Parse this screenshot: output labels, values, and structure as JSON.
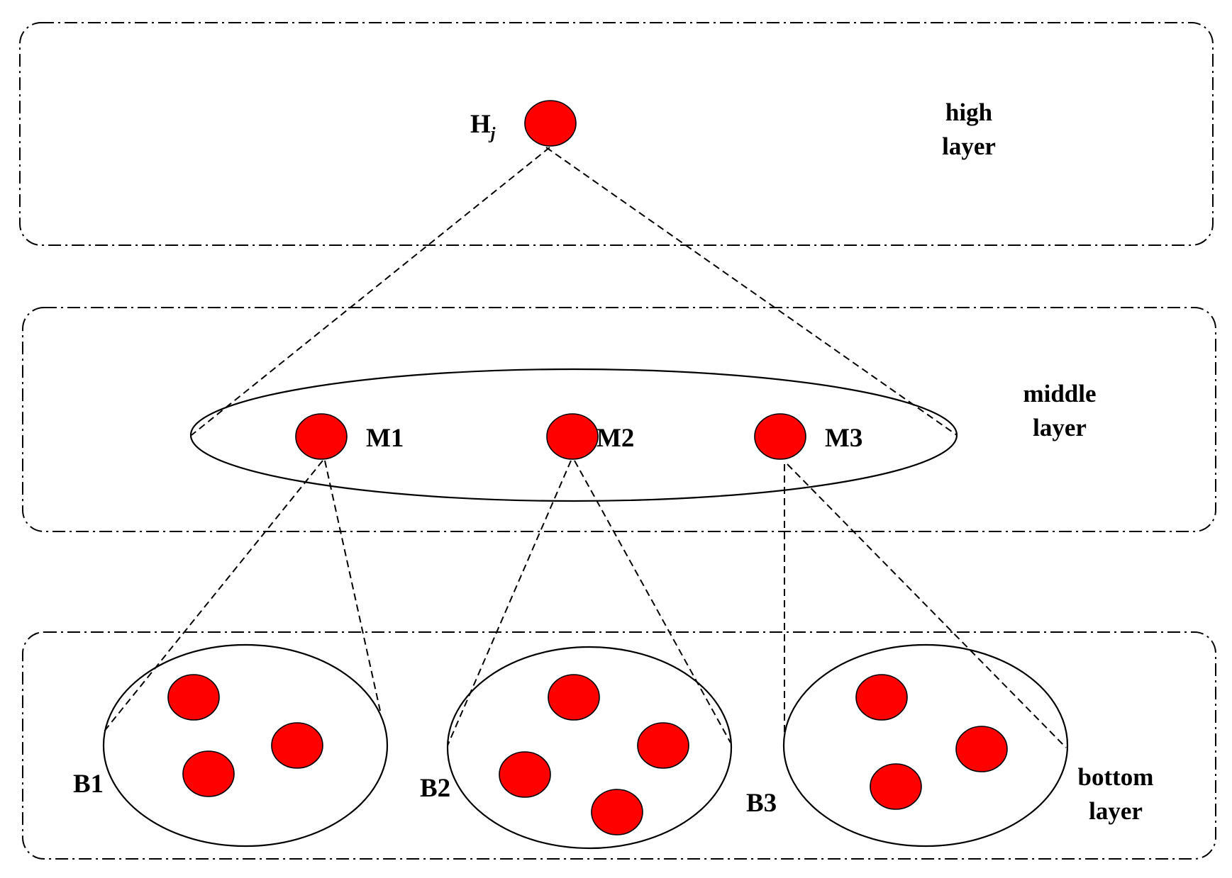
{
  "colors": {
    "node_fill": "#ff0000",
    "stroke": "#000000",
    "background": "#ffffff"
  },
  "layers": {
    "high": {
      "label_line1": "high",
      "label_line2": "layer"
    },
    "middle": {
      "label_line1": "middle",
      "label_line2": "layer"
    },
    "bottom": {
      "label_line1": "bottom",
      "label_line2": "layer"
    }
  },
  "nodes": {
    "high": {
      "label_main": "H",
      "label_sub": "j"
    },
    "middle": [
      {
        "label": "M1"
      },
      {
        "label": "M2"
      },
      {
        "label": "M3"
      }
    ]
  },
  "groups": [
    {
      "label": "B1",
      "node_count": 3
    },
    {
      "label": "B2",
      "node_count": 4
    },
    {
      "label": "B3",
      "node_count": 3
    }
  ]
}
